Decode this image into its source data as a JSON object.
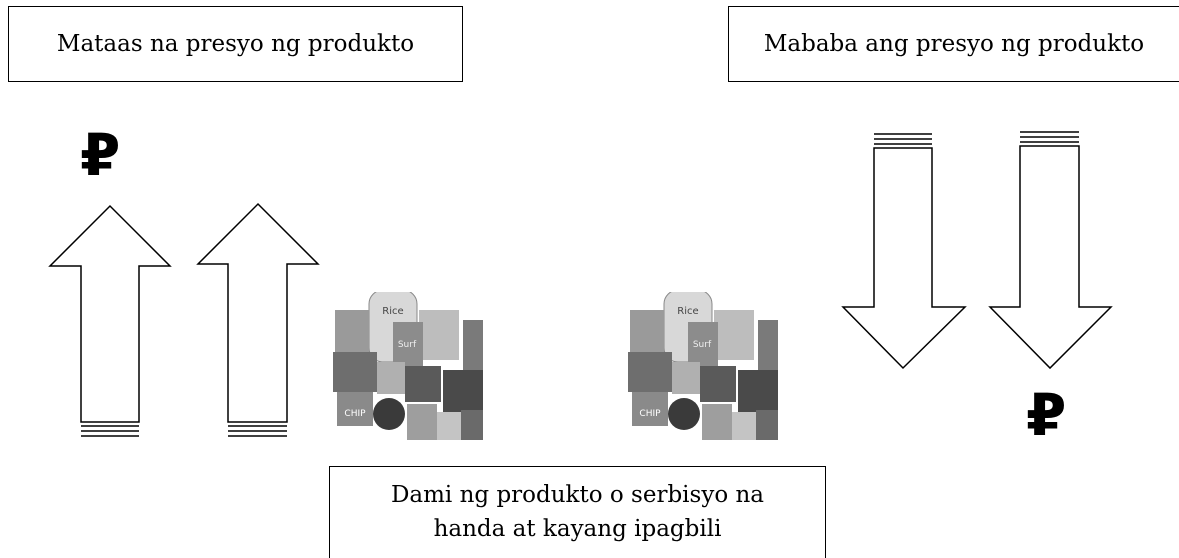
{
  "labels": {
    "high_price": "Mataas na presyo ng produkto",
    "low_price": "Mababa ang presyo ng produkto",
    "quantity_line1": "Dami ng produkto o serbisyo na",
    "quantity_line2": "handa at kayang ipagbili"
  },
  "symbols": {
    "peso_high": "₽",
    "peso_low": "₽"
  },
  "images": {
    "product_left": "grocery-products-image",
    "product_right": "grocery-products-image"
  },
  "colors": {
    "stroke": "#000000",
    "background": "#ffffff"
  }
}
